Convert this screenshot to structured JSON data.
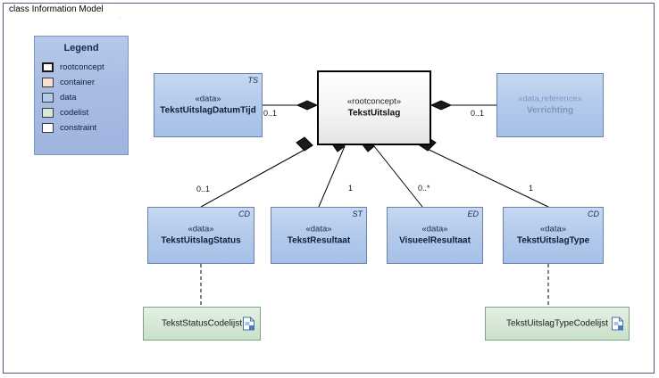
{
  "frame": {
    "keyword": "class",
    "title": "Information Model"
  },
  "legend": {
    "title": "Legend",
    "items": [
      {
        "label": "rootconcept",
        "color": "#ffffff"
      },
      {
        "label": "container",
        "color": "#f7e0d0"
      },
      {
        "label": "data",
        "color": "#b4cbec"
      },
      {
        "label": "codelist",
        "color": "#d6e8d6"
      },
      {
        "label": "constraint",
        "color": "#ffffff"
      }
    ]
  },
  "nodes": [
    {
      "id": "tekstuitslagdatumtijd",
      "stereotype": "«data»",
      "name": "TekstUitslagDatumTijd",
      "tag": "TS"
    },
    {
      "id": "tekstuitslag",
      "stereotype": "«rootconcept»",
      "name": "TekstUitslag",
      "tag": ""
    },
    {
      "id": "verrichting",
      "stereotype": "«data,reference»",
      "name": "Verrichting",
      "tag": ""
    },
    {
      "id": "tekstuitslagstatus",
      "stereotype": "«data»",
      "name": "TekstUitslagStatus",
      "tag": "CD"
    },
    {
      "id": "tekstresultaat",
      "stereotype": "«data»",
      "name": "TekstResultaat",
      "tag": "ST"
    },
    {
      "id": "visueelresultaat",
      "stereotype": "«data»",
      "name": "VisueelResultaat",
      "tag": "ED"
    },
    {
      "id": "tekstuitslagtype",
      "stereotype": "«data»",
      "name": "TekstUitslagType",
      "tag": "CD"
    },
    {
      "id": "tekststatuscodelijst",
      "stereotype": "",
      "name": "TekstStatusCodelijst",
      "tag": ""
    },
    {
      "id": "tekstuitslagtypecodelijst",
      "stereotype": "",
      "name": "TekstUitslagTypeCodelijst",
      "tag": ""
    }
  ],
  "multiplicities": {
    "datumtijd": "0..1",
    "verrichting": "0..1",
    "status": "0..1",
    "resultaat": "1",
    "visueel": "0..*",
    "type": "1"
  }
}
